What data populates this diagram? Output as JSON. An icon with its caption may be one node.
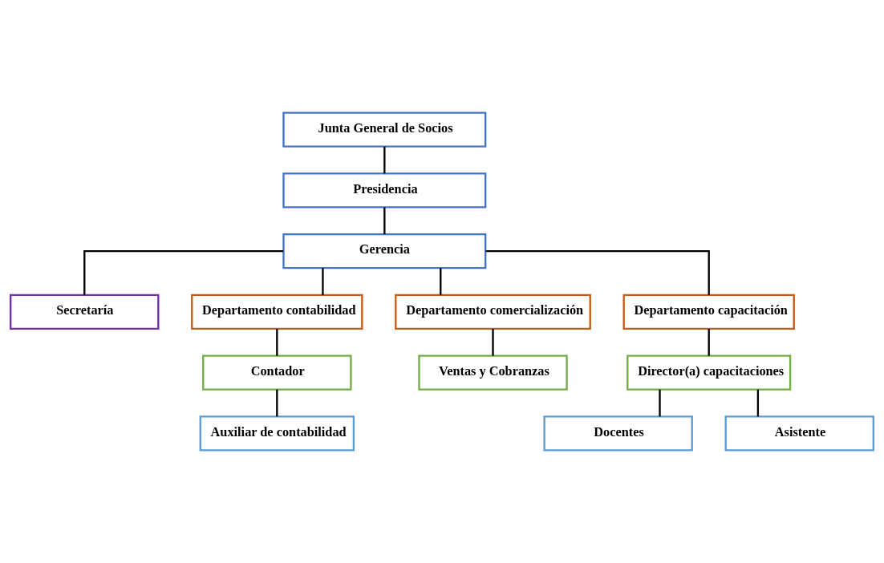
{
  "diagram": {
    "nodes": [
      {
        "text": [
          "Junta General de Socios"
        ]
      },
      {
        "text": [
          "Presidencia"
        ]
      },
      {
        "text": [
          "Gerencia"
        ]
      },
      {
        "text": [
          "Secretaría"
        ]
      },
      {
        "text": [
          "Departamento contabilidad"
        ]
      },
      {
        "text": [
          "Departamento comercialización"
        ]
      },
      {
        "text": [
          "Departamento capacitación"
        ]
      },
      {
        "text": [
          "Contador"
        ]
      },
      {
        "text": [
          "Auxiliar de contabilidad"
        ]
      },
      {
        "text": [
          "Ventas y Cobranzas"
        ]
      },
      {
        "text": [
          "Director(a) capacitaciones"
        ]
      },
      {
        "text": [
          "Docentes"
        ]
      },
      {
        "text": [
          "Asistente"
        ]
      }
    ],
    "edges": [
      {
        "from": 0,
        "to": 1,
        "arrow": "none"
      },
      {
        "from": 1,
        "to": 2,
        "arrow": "none"
      },
      {
        "from": 2,
        "to": 3,
        "arrow": "none"
      },
      {
        "from": 2,
        "to": 4,
        "arrow": "none"
      },
      {
        "from": 2,
        "to": 5,
        "arrow": "none"
      },
      {
        "from": 2,
        "to": 6,
        "arrow": "none"
      },
      {
        "from": 4,
        "to": 7,
        "arrow": "none"
      },
      {
        "from": 7,
        "to": 8,
        "arrow": "none"
      },
      {
        "from": 5,
        "to": 9,
        "arrow": "none"
      },
      {
        "from": 6,
        "to": 10,
        "arrow": "none"
      },
      {
        "from": 10,
        "to": 11,
        "arrow": "none"
      },
      {
        "from": 10,
        "to": 12,
        "arrow": "none"
      }
    ]
  }
}
